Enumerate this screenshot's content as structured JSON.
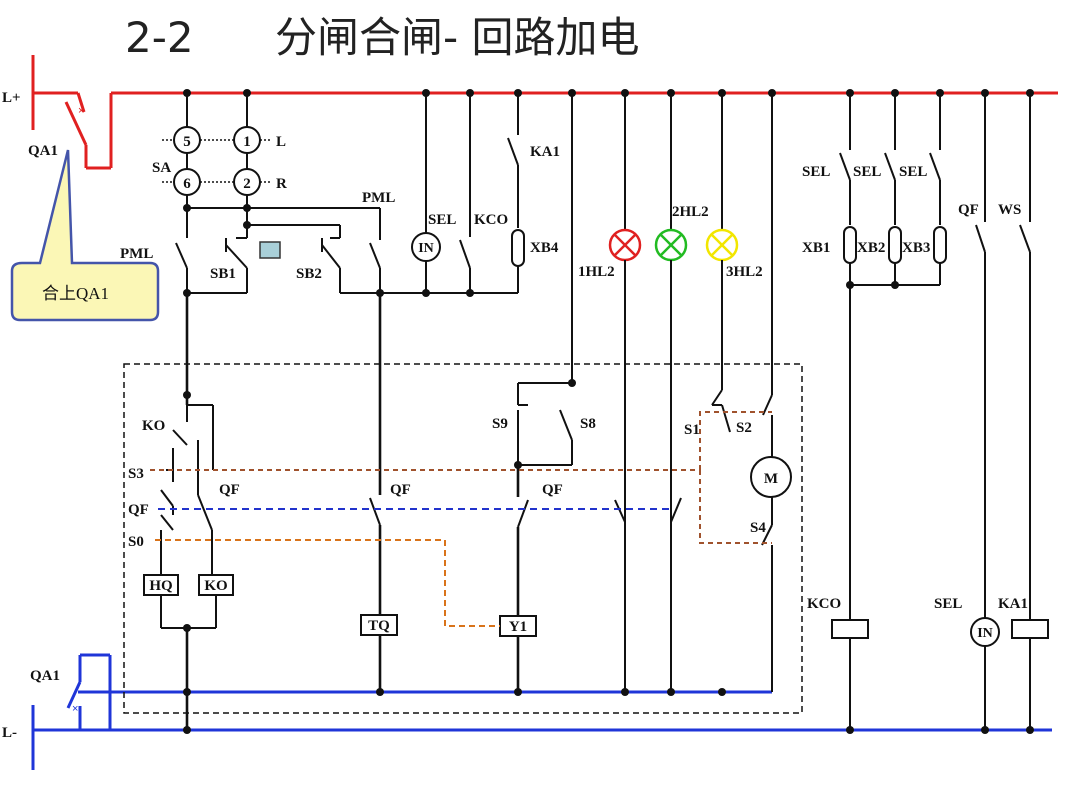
{
  "title": {
    "section": "2-2",
    "text": "分闸合闸- 回路加电"
  },
  "callout": {
    "text": "合上QA1",
    "fill": "#fbf7b6",
    "border": "#4455aa"
  },
  "colors": {
    "positive_bus": "#e02020",
    "negative_bus": "#1f35d8",
    "dashed_orange": "#d9731a",
    "dashed_blue": "#2233cc",
    "dashed_brown": "#a0522d",
    "lamp_red": "#e02020",
    "lamp_green": "#22bb22",
    "lamp_yellow": "#f2e600"
  },
  "labels": {
    "l_plus": "L+",
    "l_minus": "L-",
    "qa1_top": "QA1",
    "qa1_bottom": "QA1",
    "sa": "SA",
    "sa_n5": "5",
    "sa_n1": "1",
    "sa_n6": "6",
    "sa_n2": "2",
    "sa_l": "L",
    "sa_r": "R",
    "pml_left": "PML",
    "pml_right": "PML",
    "sb1": "SB1",
    "sb2": "SB2",
    "sel_top": "SEL",
    "kco_top": "KCO",
    "in_top": "IN",
    "ka1_top": "KA1",
    "xb4": "XB4",
    "hl2_1": "1HL2",
    "hl2_2": "2HL2",
    "hl2_3": "3HL2",
    "sel_r1": "SEL",
    "sel_r2": "SEL",
    "sel_r3": "SEL",
    "xb1": "XB1",
    "xb2": "XB2",
    "xb3": "XB3",
    "qf_right": "QF",
    "ws": "WS",
    "ko_contact": "KO",
    "s3": "S3",
    "qf_l1": "QF",
    "qf_l2": "QF",
    "s0": "S0",
    "qf_mid": "QF",
    "qf_y1": "QF",
    "s9": "S9",
    "s8": "S8",
    "s1": "S1",
    "s2": "S2",
    "s4": "S4",
    "m": "M",
    "hq": "HQ",
    "ko_coil": "KO",
    "tq": "TQ",
    "y1": "Y1",
    "kco_coil": "KCO",
    "sel_bottom": "SEL",
    "in_bottom": "IN",
    "ka1_bottom": "KA1"
  }
}
